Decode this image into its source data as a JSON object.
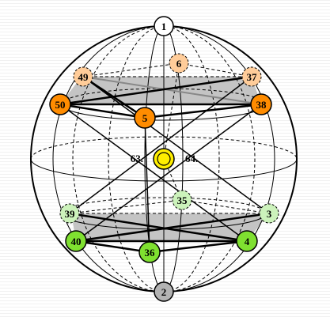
{
  "colors": {
    "orange": "#ff8c00",
    "orange_light": "#ffcc99",
    "green": "#7fe030",
    "green_light": "#ccf2bb",
    "yellow": "#ffee00",
    "white": "#ffffff",
    "gray": "#b3b3b3",
    "plane_fill": "#c4c4c4"
  },
  "nodes": {
    "n1": {
      "label": "1",
      "tone": "white"
    },
    "n2": {
      "label": "2",
      "tone": "gray"
    },
    "n6": {
      "label": "6",
      "tone": "orange_light",
      "dashed": true
    },
    "n49": {
      "label": "49",
      "tone": "orange_light",
      "dashed": true
    },
    "n37": {
      "label": "37",
      "tone": "orange_light",
      "dashed": true
    },
    "n50": {
      "label": "50",
      "tone": "orange"
    },
    "n38": {
      "label": "38",
      "tone": "orange"
    },
    "n5": {
      "label": "5",
      "tone": "orange"
    },
    "n35": {
      "label": "35",
      "tone": "green_light",
      "dashed": true
    },
    "n39": {
      "label": "39",
      "tone": "green_light",
      "dashed": true
    },
    "n3": {
      "label": "3",
      "tone": "green_light",
      "dashed": true
    },
    "n40": {
      "label": "40",
      "tone": "green"
    },
    "n4": {
      "label": "4",
      "tone": "green"
    },
    "n36": {
      "label": "36",
      "tone": "green"
    }
  },
  "center": {
    "label_left": "63.",
    "label_right": "64."
  }
}
